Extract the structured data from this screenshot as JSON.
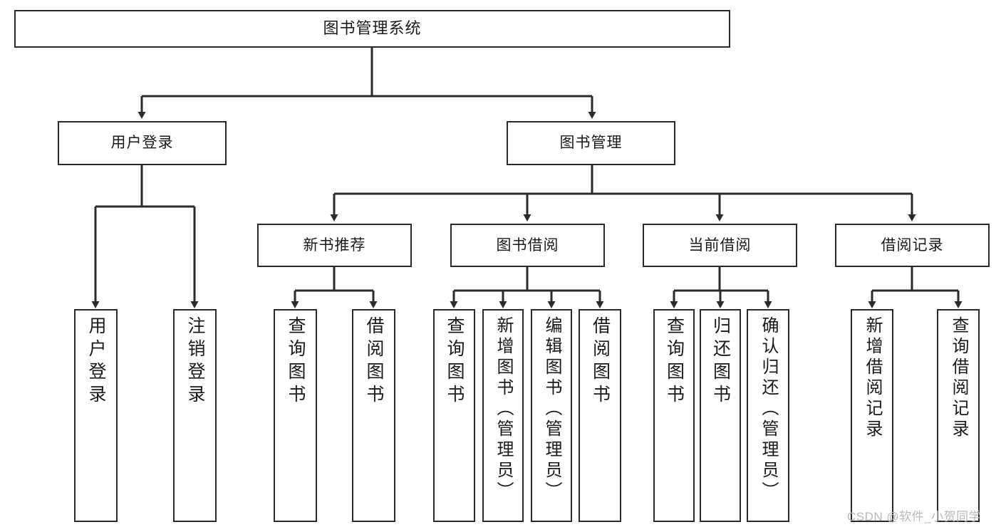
{
  "diagram": {
    "title": "图书管理系统",
    "type": "tree",
    "watermark": "CSDN @软件_小贺同学",
    "colors": {
      "stroke": "#2b2b2b",
      "fill": "#ffffff",
      "text": "#1a1a1a",
      "watermark": "#b9b9b9"
    },
    "nodes": {
      "root": "图书管理系统",
      "level2": [
        {
          "label": "用户登录"
        },
        {
          "label": "图书管理"
        }
      ],
      "level3": [
        {
          "label": "新书推荐"
        },
        {
          "label": "图书借阅"
        },
        {
          "label": "当前借阅"
        },
        {
          "label": "借阅记录"
        }
      ],
      "leaves": {
        "user_login": [
          {
            "label": "用户登录"
          },
          {
            "label": "注销登录"
          }
        ],
        "new_book": [
          {
            "label": "查询图书"
          },
          {
            "label": "借阅图书"
          }
        ],
        "book_borrow": [
          {
            "label": "查询图书"
          },
          {
            "label": "新增图书（管理员）"
          },
          {
            "label": "编辑图书（管理员）"
          },
          {
            "label": "借阅图书"
          }
        ],
        "current_borrow": [
          {
            "label": "查询图书"
          },
          {
            "label": "归还图书"
          },
          {
            "label": "确认归还（管理员）"
          }
        ],
        "borrow_record": [
          {
            "label": "新增借阅记录"
          },
          {
            "label": "查询借阅记录"
          }
        ]
      }
    }
  }
}
